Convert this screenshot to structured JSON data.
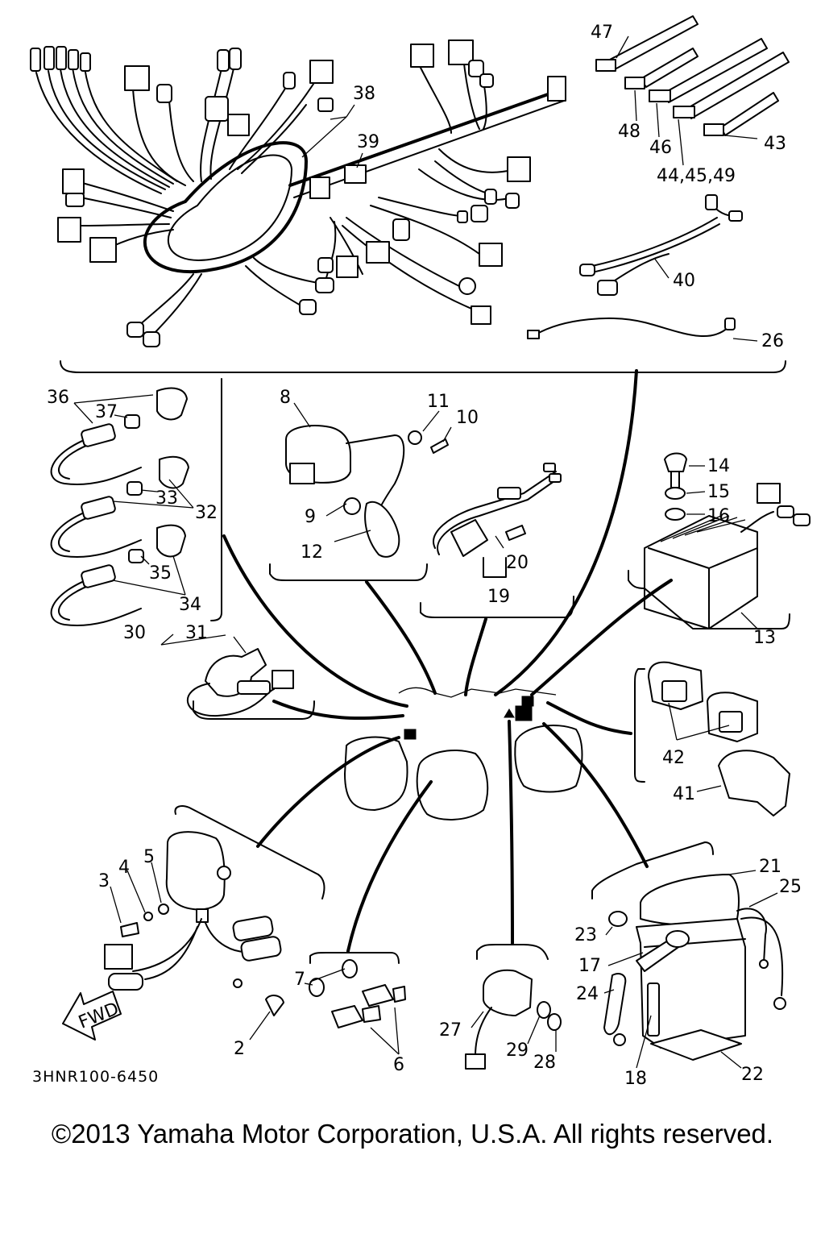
{
  "drawing_code": "3HNR100-6450",
  "copyright": "©2013 Yamaha Motor Corporation, U.S.A. All rights reserved.",
  "fwd_label": "FWD",
  "callouts": {
    "c2": "2",
    "c3": "3",
    "c4": "4",
    "c5": "5",
    "c6": "6",
    "c7": "7",
    "c8": "8",
    "c9": "9",
    "c10": "10",
    "c11": "11",
    "c12": "12",
    "c13": "13",
    "c14": "14",
    "c15": "15",
    "c16": "16",
    "c17": "17",
    "c18": "18",
    "c19": "19",
    "c20": "20",
    "c21": "21",
    "c22": "22",
    "c23": "23",
    "c24": "24",
    "c25": "25",
    "c26": "26",
    "c27": "27",
    "c28": "28",
    "c29": "29",
    "c30": "30",
    "c31": "31",
    "c32": "32",
    "c33": "33",
    "c34": "34",
    "c35": "35",
    "c36": "36",
    "c37": "37",
    "c38": "38",
    "c39": "39",
    "c40": "40",
    "c41": "41",
    "c42": "42",
    "c43": "43",
    "c44_45_49": "44,45,49",
    "c46": "46",
    "c47": "47",
    "c48": "48"
  }
}
